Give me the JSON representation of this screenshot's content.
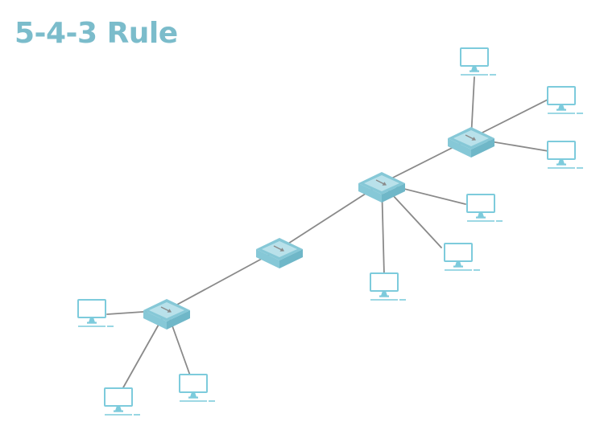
{
  "title": "5-4-3 Rule",
  "colors": {
    "title": "#7bbccb",
    "hub_top": "#b9e1ea",
    "hub_side": "#86c8d7",
    "hub_dark": "#6fb7c8",
    "computer": "#7dcbdc",
    "link": "#8a8a8a"
  },
  "hubs": [
    {
      "id": "hub-1",
      "icon": "hub-icon"
    },
    {
      "id": "hub-2",
      "icon": "hub-icon"
    },
    {
      "id": "hub-3",
      "icon": "hub-icon"
    },
    {
      "id": "hub-4",
      "icon": "hub-icon"
    }
  ],
  "computers": [
    {
      "id": "pc-1",
      "hub": "hub-1",
      "icon": "desktop-computer-icon"
    },
    {
      "id": "pc-2",
      "hub": "hub-1",
      "icon": "desktop-computer-icon"
    },
    {
      "id": "pc-3",
      "hub": "hub-1",
      "icon": "desktop-computer-icon"
    },
    {
      "id": "pc-4",
      "hub": "hub-3",
      "icon": "desktop-computer-icon"
    },
    {
      "id": "pc-5",
      "hub": "hub-3",
      "icon": "desktop-computer-icon"
    },
    {
      "id": "pc-6",
      "hub": "hub-3",
      "icon": "desktop-computer-icon"
    },
    {
      "id": "pc-7",
      "hub": "hub-4",
      "icon": "desktop-computer-icon"
    },
    {
      "id": "pc-8",
      "hub": "hub-4",
      "icon": "desktop-computer-icon"
    },
    {
      "id": "pc-9",
      "hub": "hub-4",
      "icon": "desktop-computer-icon"
    }
  ],
  "links": [
    [
      "hub-1",
      "hub-2"
    ],
    [
      "hub-2",
      "hub-3"
    ],
    [
      "hub-3",
      "hub-4"
    ]
  ]
}
